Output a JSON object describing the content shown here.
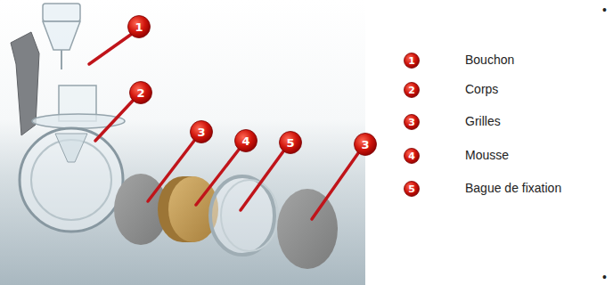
{
  "diagram": {
    "nodes": [
      {
        "text": [
          "1"
        ]
      },
      {
        "text": [
          "2"
        ]
      },
      {
        "text": [
          "3"
        ]
      },
      {
        "text": [
          "4"
        ]
      },
      {
        "text": [
          "5"
        ]
      },
      {
        "text": [
          "3"
        ]
      },
      {
        "text": [
          "1"
        ]
      },
      {
        "text": [
          "2"
        ]
      },
      {
        "text": [
          "3"
        ]
      },
      {
        "text": [
          "4"
        ]
      },
      {
        "text": [
          "5"
        ]
      }
    ],
    "labels": [
      "Bouchon",
      "Corps",
      "Grilles",
      "Mousse",
      "Bague de fixation",
      "•",
      "•"
    ]
  }
}
